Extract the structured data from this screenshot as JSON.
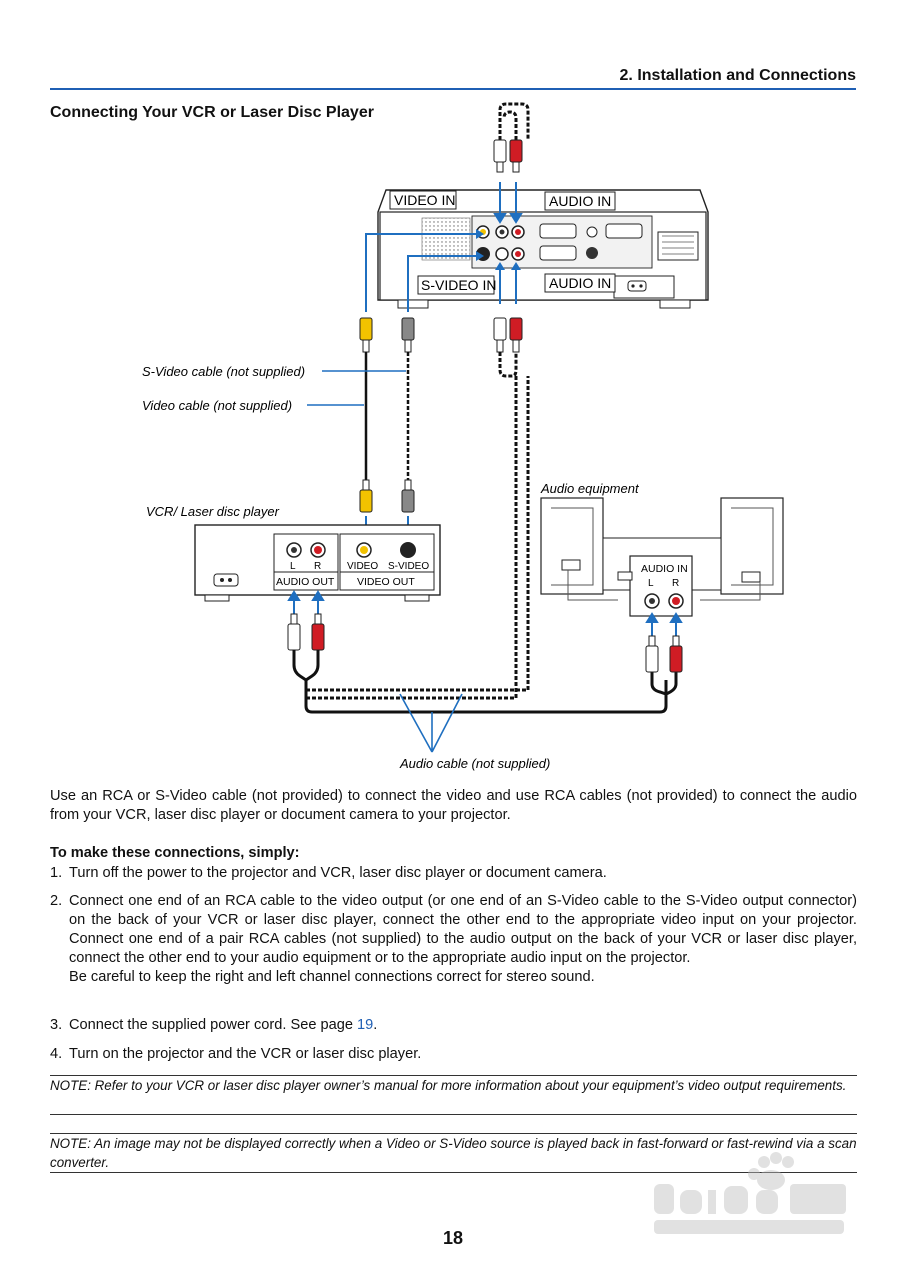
{
  "header": {
    "chapter_title": "2. Installation and Connections"
  },
  "section": {
    "title": "Connecting Your VCR or Laser Disc Player"
  },
  "diagram": {
    "video_in_label": "VIDEO IN",
    "audio_in_label_top": "AUDIO IN",
    "svideo_in_label": "S-VIDEO IN",
    "audio_in_label_bottom": "AUDIO IN",
    "svideo_cable_label": "S-Video cable (not supplied)",
    "video_cable_label": "Video cable (not supplied)",
    "vcr_label": "VCR/ Laser disc player",
    "vcr_l": "L",
    "vcr_r": "R",
    "vcr_video": "VIDEO",
    "vcr_svideo": "S-VIDEO",
    "vcr_audio_out": "AUDIO OUT",
    "vcr_video_out": "VIDEO OUT",
    "audio_equipment_label": "Audio equipment",
    "audio_equip_audio_in": "AUDIO IN",
    "audio_equip_l": "L",
    "audio_equip_r": "R",
    "audio_cable_label": "Audio cable (not supplied)",
    "colors": {
      "cable_blue": "#1f6fc0",
      "rca_red": "#d01c24",
      "rca_yellow": "#f2c200"
    }
  },
  "intro": "Use an RCA or S-Video cable (not provided) to connect the video and use RCA cables (not provided) to connect the audio from your VCR, laser disc player or document camera to your projector.",
  "steps_heading": "To make these connections, simply:",
  "steps": [
    {
      "num": "1.",
      "text": "Turn off the power to the projector and VCR, laser disc player or document camera."
    },
    {
      "num": "2.",
      "text": "Connect one end of an RCA cable to the video output (or one end of an S-Video cable to the S-Video output connector) on the back of your VCR or laser disc player, connect the other end to the appropriate video input on your projector. Connect one end of a pair RCA cables (not supplied) to the audio output on the back of your VCR or laser disc player, connect the other end to your audio equipment or to the appropriate audio input on the projector.",
      "extra": "Be careful to keep the right and left channel connections correct for stereo sound."
    },
    {
      "num": "3.",
      "text_before": "Connect the supplied power cord. See page ",
      "link": "19",
      "text_after": "."
    },
    {
      "num": "4.",
      "text": "Turn on the projector and the VCR or laser disc player."
    }
  ],
  "notes": [
    "NOTE: Refer to your VCR or laser disc player owner’s manual for more information about your equipment’s video output requirements.",
    "NOTE: An image may not be displayed correctly when a Video or S-Video source is played back in fast-forward or fast-rewind via a scan converter."
  ],
  "page_number": "18"
}
